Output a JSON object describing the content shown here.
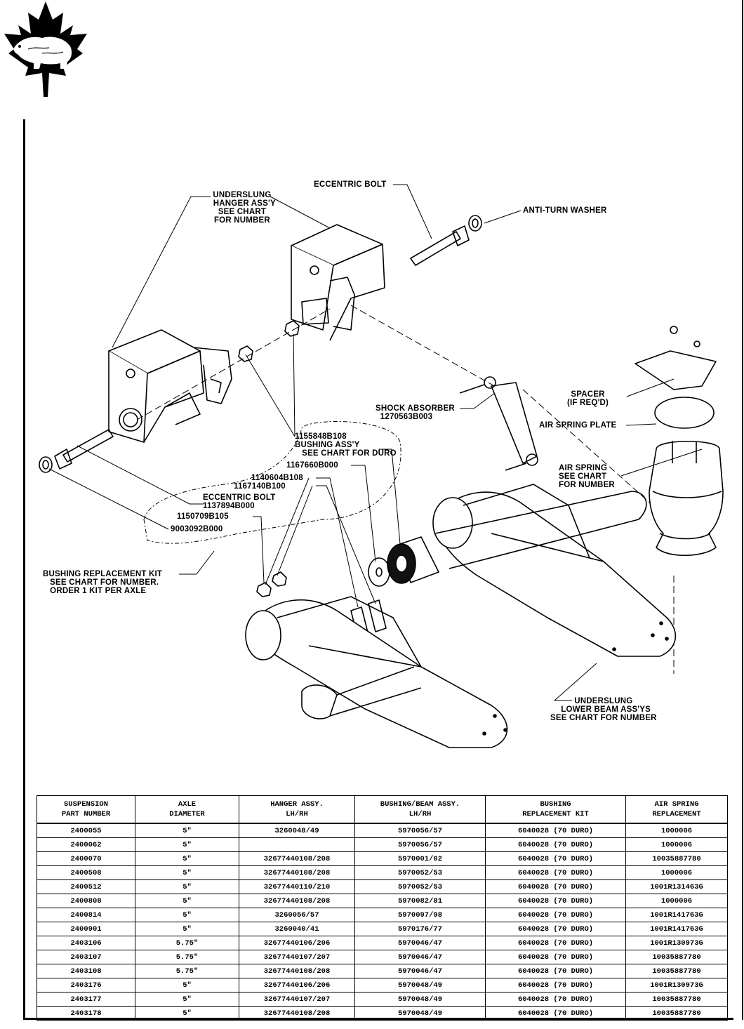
{
  "labels": {
    "underslung_hanger": "UNDERSLUNG\n  HANGER ASS'Y\nSEE CHART\nFOR NUMBER",
    "eccentric_bolt_top": "ECCENTRIC BOLT",
    "anti_turn_washer": "ANTI-TURN WASHER",
    "spacer": "SPACER\n(IF REQ'D)",
    "air_spring_plate": "AIR SPRING PLATE",
    "shock_absorber": "SHOCK ABSORBER\n  1270563B003",
    "bushing_assy": "1155848B108\nBUSHING ASS'Y\n   SEE CHART FOR DURO",
    "part_1167660": "1167660B000",
    "part_1140604": "1140604B108",
    "part_1167140": "1167140B100",
    "eccentric_bolt_lower": "ECCENTRIC BOLT\n1137894B000",
    "part_1150709": "1150709B105",
    "part_9003092": "9003092B000",
    "air_spring": "AIR SPRING\nSEE CHART\nFOR NUMBER",
    "bushing_kit": "BUSHING REPLACEMENT KIT\n   SEE CHART FOR NUMBER.\n   ORDER 1 KIT PER AXLE",
    "lower_beam": "UNDERSLUNG\n  LOWER BEAM ASS'YS\nSEE CHART FOR NUMBER"
  },
  "table": {
    "headers": [
      "SUSPENSION\nPART NUMBER",
      "AXLE\nDIAMETER",
      "HANGER ASSY.\nLH/RH",
      "BUSHING/BEAM ASSY.\nLH/RH",
      "BUSHING\nREPLACEMENT KIT",
      "AIR SPRING\nREPLACEMENT"
    ],
    "rows": [
      [
        "2400055",
        "5\"",
        "3260048/49",
        "5970056/57",
        "6040028 (70 DURO)",
        "1000006"
      ],
      [
        "2400062",
        "5\"",
        "",
        "5970056/57",
        "6040028 (70 DURO)",
        "1000006"
      ],
      [
        "2400070",
        "5\"",
        "32677440108/208",
        "5970001/02",
        "6040028 (70 DURO)",
        "10035887780"
      ],
      [
        "2400508",
        "5\"",
        "32677440108/208",
        "5970052/53",
        "6040028 (70 DURO)",
        "1000006"
      ],
      [
        "2400512",
        "5\"",
        "32677440110/210",
        "5970052/53",
        "6040028 (70 DURO)",
        "1001R131463G"
      ],
      [
        "2400808",
        "5\"",
        "32677440108/208",
        "5970082/81",
        "6040028 (70 DURO)",
        "1000006"
      ],
      [
        "2400814",
        "5\"",
        "3260056/57",
        "5970097/98",
        "6040028 (70 DURO)",
        "1001R141763G"
      ],
      [
        "2400901",
        "5\"",
        "3260040/41",
        "5970176/77",
        "6040028 (70 DURO)",
        "1001R141763G"
      ],
      [
        "2403106",
        "5.75\"",
        "32677440106/206",
        "5970046/47",
        "6040028 (70 DURO)",
        "1001R130973G"
      ],
      [
        "2403107",
        "5.75\"",
        "32677440107/207",
        "5970046/47",
        "6040028 (70 DURO)",
        "10035887780"
      ],
      [
        "2403108",
        "5.75\"",
        "32677440108/208",
        "5970046/47",
        "6040028 (70 DURO)",
        "10035887780"
      ],
      [
        "2403176",
        "5\"",
        "32677440106/206",
        "5970048/49",
        "6040028 (70 DURO)",
        "1001R130973G"
      ],
      [
        "2403177",
        "5\"",
        "32677440107/207",
        "5970048/49",
        "6040028 (70 DURO)",
        "10035887780"
      ],
      [
        "2403178",
        "5\"",
        "32677440108/208",
        "5970048/49",
        "6040028 (70 DURO)",
        "10035887780"
      ]
    ]
  }
}
